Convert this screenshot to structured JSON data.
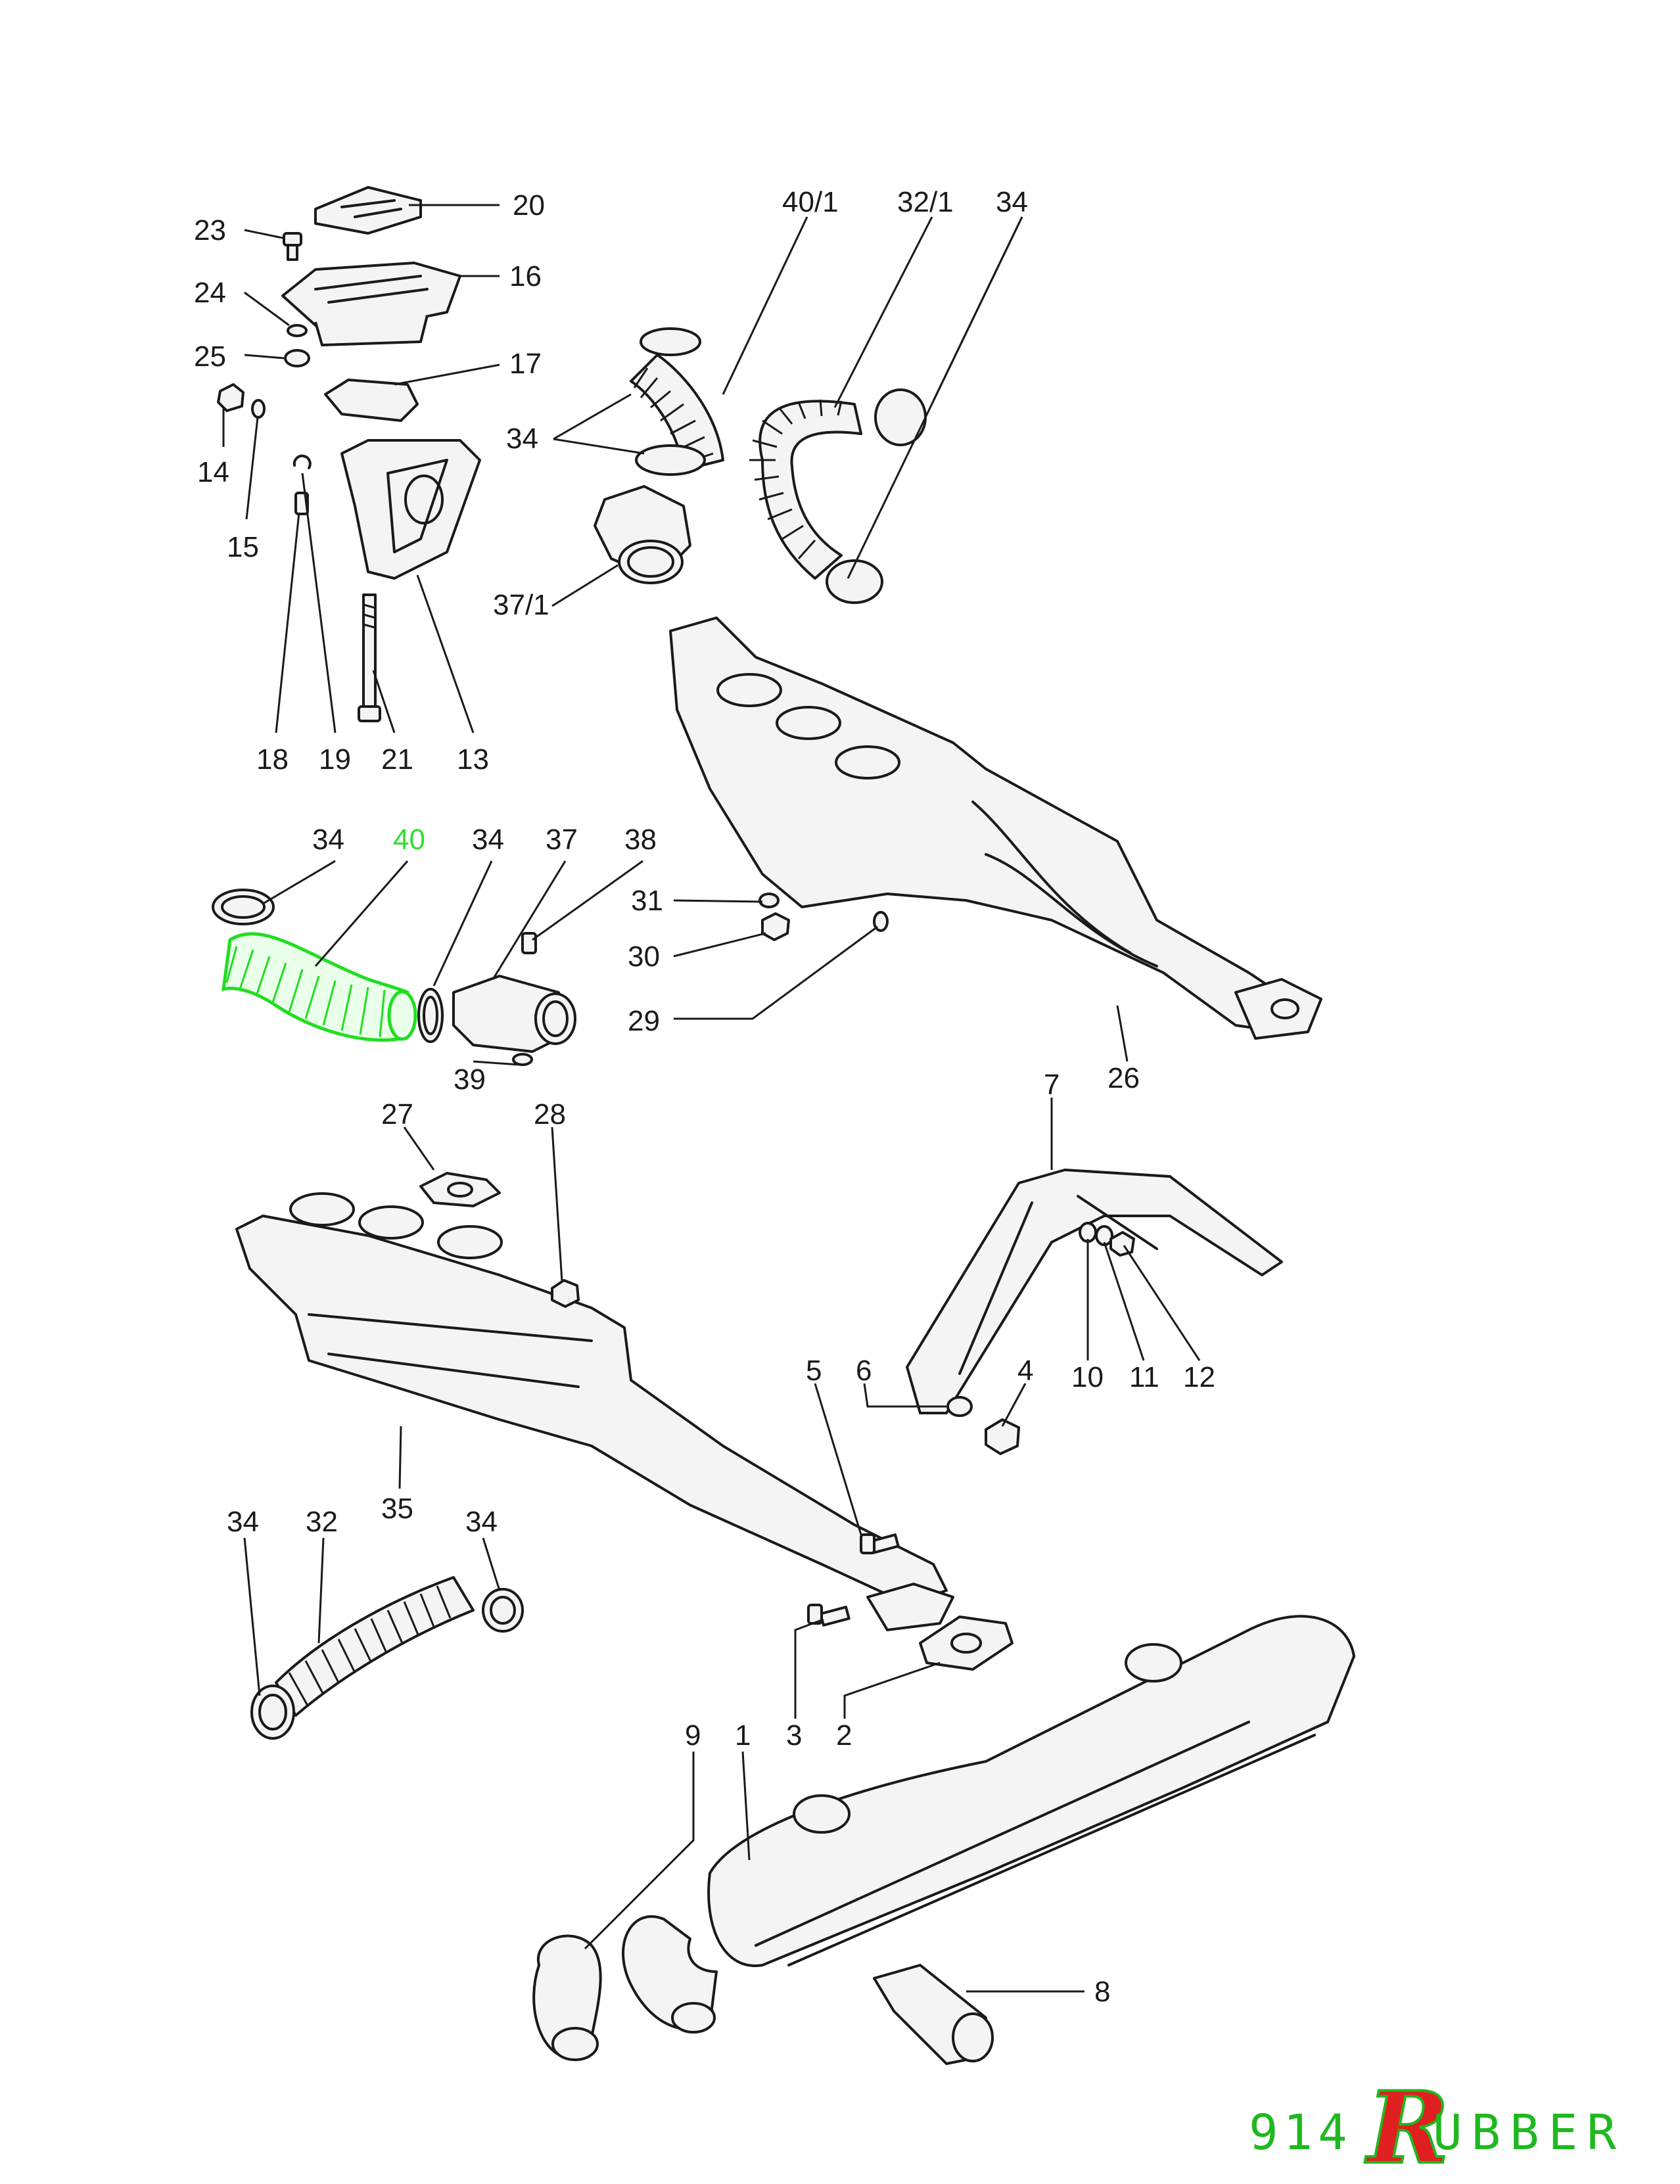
{
  "labels": {
    "l20": "20",
    "l23": "23",
    "l16": "16",
    "l24": "24",
    "l25": "25",
    "l17": "17",
    "l14": "14",
    "l15": "15",
    "l18": "18",
    "l19": "19",
    "l21": "21",
    "l13": "13",
    "l40_1": "40/1",
    "l32_1": "32/1",
    "l34_a": "34",
    "l34_b": "34",
    "l37_1": "37/1",
    "l34_c": "34",
    "l40": "40",
    "l34_d": "34",
    "l37": "37",
    "l38": "38",
    "l31": "31",
    "l30": "30",
    "l29": "29",
    "l26": "26",
    "l39": "39",
    "l27": "27",
    "l28": "28",
    "l7": "7",
    "l5": "5",
    "l6": "6",
    "l4": "4",
    "l10": "10",
    "l11": "11",
    "l12": "12",
    "l34_e": "34",
    "l32": "32",
    "l35": "35",
    "l34_f": "34",
    "l3": "3",
    "l2": "2",
    "l9": "9",
    "l1": "1",
    "l8": "8"
  },
  "highlighted_part": "40",
  "colors": {
    "highlight": "#22dd22",
    "ink": "#1a1a1a",
    "brand_green": "#1fb81f",
    "brand_red": "#e02020"
  },
  "brand": {
    "number": "914",
    "letter": "R",
    "word": "UBBER"
  }
}
